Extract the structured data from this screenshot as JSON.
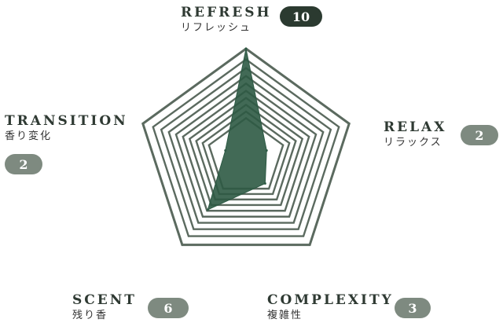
{
  "colors": {
    "ring": "#5b6a5f",
    "fill": "#2d5a44",
    "pill_dark": "#2b3a30",
    "pill_grey": "#7e8a80",
    "text": "#2f3a33"
  },
  "chart_data": {
    "type": "radar",
    "max": 10,
    "rings": 10,
    "axes": [
      {
        "label": "REFRESH",
        "sublabel": "リフレッシュ",
        "value": 10
      },
      {
        "label": "RELAX",
        "sublabel": "リラックス",
        "value": 2
      },
      {
        "label": "COMPLEXITY",
        "sublabel": "複雑性",
        "value": 3
      },
      {
        "label": "SCENT",
        "sublabel": "残り香",
        "value": 6
      },
      {
        "label": "TRANSITION",
        "sublabel": "香り変化",
        "value": 2
      }
    ]
  }
}
